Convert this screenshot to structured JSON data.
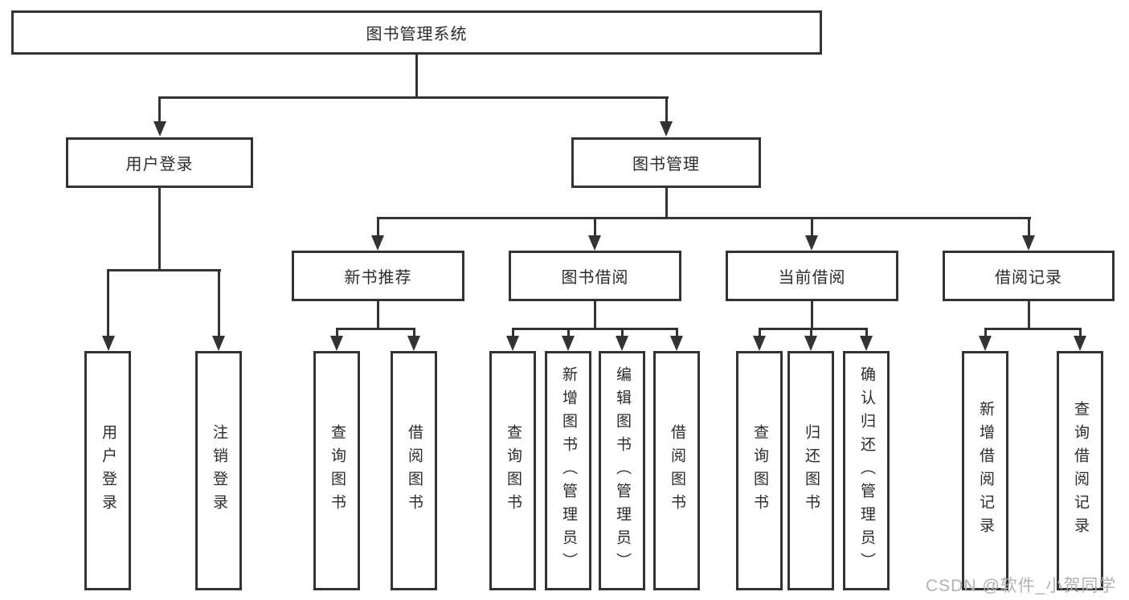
{
  "diagram": {
    "title_node": "图书管理系统",
    "root": {
      "label": "图书管理系统"
    },
    "branches": [
      {
        "label": "用户登录",
        "children": [
          {
            "label": "用户登录"
          },
          {
            "label": "注销登录"
          }
        ]
      },
      {
        "label": "图书管理",
        "children": [
          {
            "label": "新书推荐",
            "children": [
              {
                "label": "查询图书"
              },
              {
                "label": "借阅图书"
              }
            ]
          },
          {
            "label": "图书借阅",
            "children": [
              {
                "label": "查询图书"
              },
              {
                "label": "新增图书（管理员）"
              },
              {
                "label": "编辑图书（管理员）"
              },
              {
                "label": "借阅图书"
              }
            ]
          },
          {
            "label": "当前借阅",
            "children": [
              {
                "label": "查询图书"
              },
              {
                "label": "归还图书"
              },
              {
                "label": "确认归还（管理员）"
              }
            ]
          },
          {
            "label": "借阅记录",
            "children": [
              {
                "label": "新增借阅记录"
              },
              {
                "label": "查询借阅记录"
              }
            ]
          }
        ]
      }
    ],
    "watermark": "CSDN @软件_小贺同学",
    "colors": {
      "line": "#333333",
      "text": "#2b2b2b",
      "background": "#ffffff",
      "watermark": "#b2b2b2"
    }
  }
}
